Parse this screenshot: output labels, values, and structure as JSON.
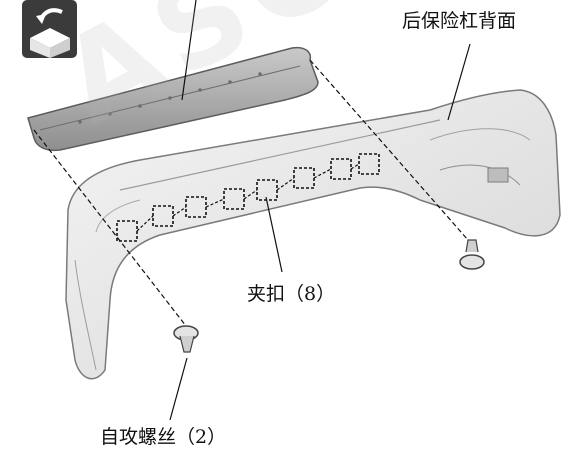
{
  "labels": {
    "rear_bumper_back": "后保险杠背面",
    "clips": "夹扣（8）",
    "self_tapping_screws": "自攻螺丝（2）"
  },
  "watermark_text": "ASC"
}
